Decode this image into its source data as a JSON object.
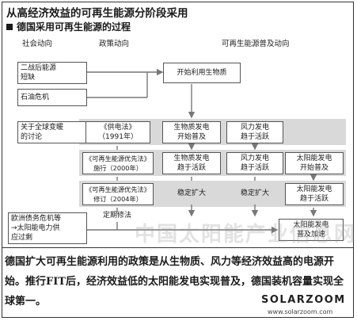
{
  "title": "从高经济效益的可再生能源分阶段采用",
  "subtitle": "德国采用可再生能源的过程",
  "columns": {
    "social": "社会动向",
    "policy": "政策动向",
    "adoption": "可再生能源普及动向"
  },
  "social": {
    "s1": [
      "二战后能源",
      "短缺"
    ],
    "s2": [
      "石油危机"
    ],
    "s3": [
      "关于全球变暖",
      "的讨论"
    ],
    "s4": [
      "欧洲债务危机等",
      "→太阳能电力供",
      "应过剩"
    ]
  },
  "policy": {
    "p1": [
      "《供电法》",
      "（1991年）"
    ],
    "p2": [
      "《可再生能源优先法》",
      "施行（2000年）"
    ],
    "p3": [
      "《可再生能源优先法》",
      "修订（2004年）"
    ],
    "p4": [
      "定期修法"
    ]
  },
  "adoption": {
    "a0": [
      "开始利用生物质"
    ],
    "b1": [
      "生物质发电",
      "开始普及"
    ],
    "w1": [
      "风力发电",
      "趋于活跃"
    ],
    "b2": [
      "生物质发电",
      "趋于活跃"
    ],
    "w2": [
      "风力发电",
      "趋于活跃"
    ],
    "s2": [
      "太阳能发电",
      "开始普及"
    ],
    "b3": [
      "稳定扩大"
    ],
    "w3": [
      "稳定扩大"
    ],
    "s3": [
      "太阳能发电",
      "趋于活跃"
    ],
    "s4": [
      "太阳能发电",
      "普及加速"
    ]
  },
  "watermark": "中国太阳能产业信息网",
  "caption": "德国扩大可再生能源利用的政策是从生物质、风力等经济效益高的电源开始。推行FIT后，经济效益低的太阳能发电实现普及，德国装机容量实现全球第一。",
  "logo": "SOLARZOOM",
  "logo_url": "www.solarzoom.com",
  "colors": {
    "band": "#d9d9d9",
    "border": "#555555",
    "arrow": "#777777"
  }
}
